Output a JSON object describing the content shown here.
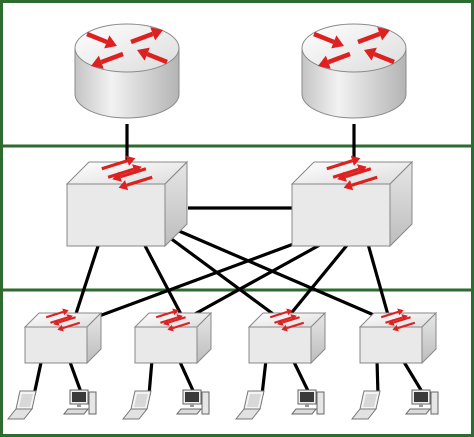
{
  "colors": {
    "border": "#2e6b2e",
    "link": "#000000",
    "device_light": "#f4f4f4",
    "device_mid": "#dcdcdc",
    "device_dark": "#b8b8b8",
    "arrow": "#dd2020",
    "background": "#ffffff"
  },
  "layers": [
    {
      "id": "core",
      "devices": [
        {
          "type": "router",
          "icon": "router-icon"
        },
        {
          "type": "router",
          "icon": "router-icon"
        }
      ]
    },
    {
      "id": "distribution",
      "devices": [
        {
          "type": "multilayer-switch",
          "icon": "switch-icon"
        },
        {
          "type": "multilayer-switch",
          "icon": "switch-icon"
        }
      ]
    },
    {
      "id": "access",
      "devices": [
        {
          "type": "switch",
          "icon": "switch-icon"
        },
        {
          "type": "switch",
          "icon": "switch-icon"
        },
        {
          "type": "switch",
          "icon": "switch-icon"
        },
        {
          "type": "switch",
          "icon": "switch-icon"
        }
      ]
    },
    {
      "id": "endpoints",
      "devices": [
        {
          "type": "laptop",
          "icon": "laptop-icon"
        },
        {
          "type": "workstation",
          "icon": "workstation-icon"
        },
        {
          "type": "laptop",
          "icon": "laptop-icon"
        },
        {
          "type": "workstation",
          "icon": "workstation-icon"
        },
        {
          "type": "laptop",
          "icon": "laptop-icon"
        },
        {
          "type": "workstation",
          "icon": "workstation-icon"
        },
        {
          "type": "laptop",
          "icon": "laptop-icon"
        },
        {
          "type": "workstation",
          "icon": "workstation-icon"
        }
      ]
    }
  ]
}
